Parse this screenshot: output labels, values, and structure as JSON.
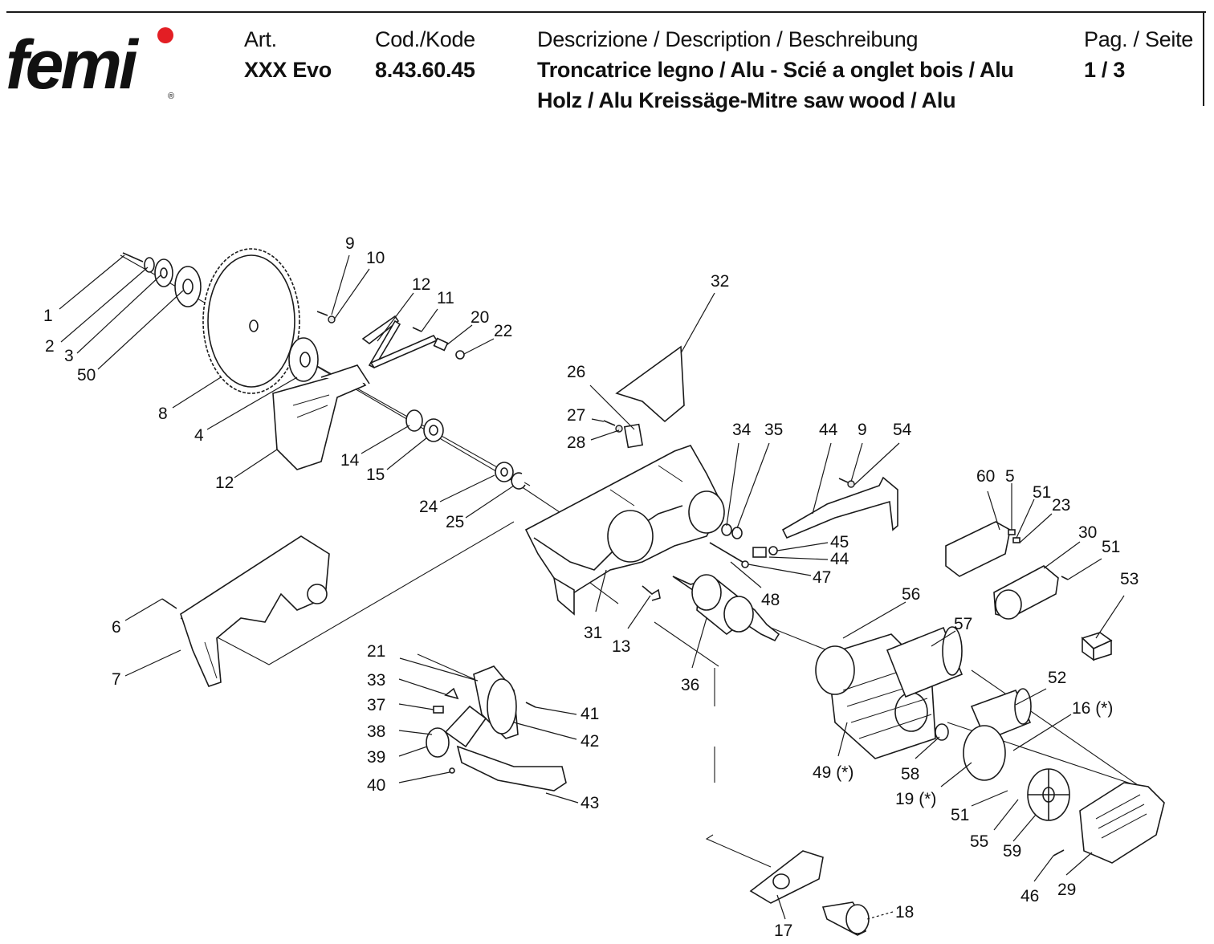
{
  "brand": {
    "logo_text": "femi",
    "registered_mark": "®",
    "accent_color": "#e31e24"
  },
  "header": {
    "art_label": "Art.",
    "art_value": "XXX Evo",
    "code_label": "Cod./Kode",
    "code_value": "8.43.60.45",
    "description_label": "Descrizione / Description / Beschreibung",
    "description_line1": "Troncatrice legno / Alu - Scié a onglet bois / Alu",
    "description_line2": "Holz / Alu Kreissäge-Mitre saw wood / Alu",
    "page_label": "Pag. / Seite",
    "page_value": "1 / 3"
  },
  "callouts": {
    "c1": "1",
    "c2": "2",
    "c3": "3",
    "c50": "50",
    "c8": "8",
    "c4": "4",
    "c12a": "12",
    "c9a": "9",
    "c10": "10",
    "c12b": "12",
    "c11": "11",
    "c20": "20",
    "c22": "22",
    "c14": "14",
    "c15": "15",
    "c24": "24",
    "c25": "25",
    "c32": "32",
    "c26": "26",
    "c27": "27",
    "c28": "28",
    "c34": "34",
    "c35": "35",
    "c44a": "44",
    "c9b": "9",
    "c54": "54",
    "c45": "45",
    "c44b": "44",
    "c47": "47",
    "c48": "48",
    "c60": "60",
    "c5": "5",
    "c51a": "51",
    "c23": "23",
    "c30": "30",
    "c51b": "51",
    "c53": "53",
    "c6": "6",
    "c7": "7",
    "c31": "31",
    "c13": "13",
    "c36": "36",
    "c56": "56",
    "c57": "57",
    "c21": "21",
    "c33": "33",
    "c37": "37",
    "c38": "38",
    "c39": "39",
    "c40": "40",
    "c41": "41",
    "c42": "42",
    "c43": "43",
    "c52": "52",
    "c16": "16 (*)",
    "c49": "49 (*)",
    "c58": "58",
    "c19": "19 (*)",
    "c51c": "51",
    "c55": "55",
    "c59": "59",
    "c46": "46",
    "c29": "29",
    "c17": "17",
    "c18": "18"
  }
}
